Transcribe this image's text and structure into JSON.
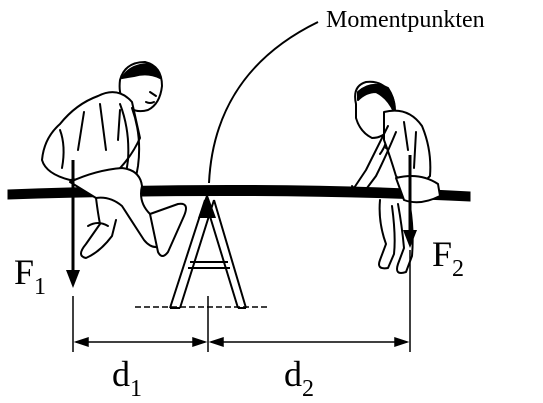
{
  "labels": {
    "pivot": "Momentpunkten",
    "force_left": {
      "main": "F",
      "sub": "1"
    },
    "force_right": {
      "main": "F",
      "sub": "2"
    },
    "distance_left": {
      "main": "d",
      "sub": "1"
    },
    "distance_right": {
      "main": "d",
      "sub": "2"
    }
  },
  "colors": {
    "ink": "#000000",
    "background": "#ffffff"
  },
  "figures": [
    "boy-sitting",
    "girl-sitting"
  ]
}
